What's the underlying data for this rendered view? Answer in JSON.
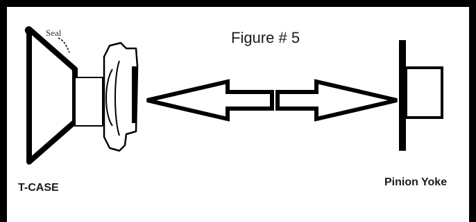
{
  "figure": {
    "title": "Figure # 5",
    "labels": {
      "seal": "Seal",
      "tcase": "T-CASE",
      "pinion_yoke": "Pinion Yoke"
    }
  }
}
